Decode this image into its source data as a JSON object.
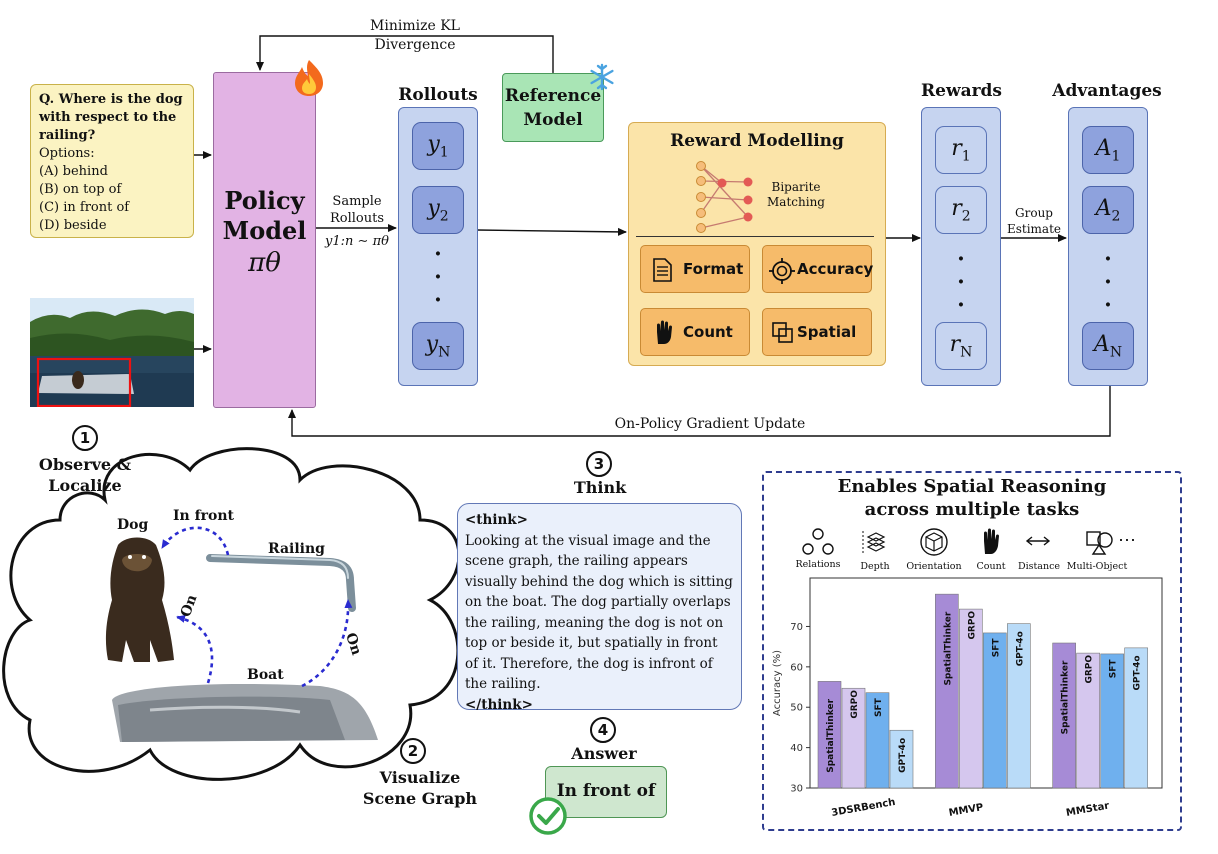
{
  "top_feedback": {
    "line1": "Minimize KL",
    "line2": "Divergence"
  },
  "question": {
    "text": "Q. Where is the dog with respect to the railing?",
    "options_label": "Options:",
    "options": [
      "(A) behind",
      "(B) on top of",
      "(C) in front of",
      "(D) beside"
    ]
  },
  "policy": {
    "line1": "Policy",
    "line2": "Model",
    "symbol": "πθ"
  },
  "sample": {
    "line1": "Sample",
    "line2": "Rollouts",
    "formula": "y1:n ∼ πθ"
  },
  "rollouts": {
    "title": "Rollouts",
    "items": [
      "y1",
      "y2",
      "yN"
    ]
  },
  "reference": {
    "line1": "Reference",
    "line2": "Model"
  },
  "reward_modelling": {
    "title": "Reward Modelling",
    "bipartite_line1": "Biparite",
    "bipartite_line2": "Matching",
    "chips": [
      {
        "label": "Format",
        "icon": "document-icon"
      },
      {
        "label": "Accuracy",
        "icon": "target-icon"
      },
      {
        "label": "Count",
        "icon": "hand-icon"
      },
      {
        "label": "Spatial",
        "icon": "overlap-squares-icon"
      }
    ]
  },
  "rewards": {
    "title": "Rewards",
    "items": [
      "r1",
      "r2",
      "rN"
    ]
  },
  "group": {
    "line1": "Group",
    "line2": "Estimate"
  },
  "advantages": {
    "title": "Advantages",
    "items": [
      "A1",
      "A2",
      "AN"
    ]
  },
  "gradient_update": "On-Policy Gradient Update",
  "steps": {
    "s1": {
      "num": "1",
      "line1": "Observe &",
      "line2": "Localize"
    },
    "s2": {
      "num": "2",
      "line1": "Visualize",
      "line2": "Scene Graph"
    },
    "s3": {
      "num": "3",
      "label": "Think"
    },
    "s4": {
      "num": "4",
      "label": "Answer"
    }
  },
  "scene_graph": {
    "nodes": {
      "dog": "Dog",
      "railing": "Railing",
      "boat": "Boat"
    },
    "edges": {
      "in_front": "In front",
      "on_left": "On",
      "on_right": "On"
    }
  },
  "think": {
    "open": "<think>",
    "body": "Looking at the visual image and the scene graph, the railing appears visually behind the dog which is sitting on the boat. The dog partially overlaps the railing, meaning the dog is not on top or beside it, but spatially in front of it. Therefore, the dog is infront of the railing.",
    "close": "</think>"
  },
  "answer": "In front of",
  "panel": {
    "title_line1": "Enables Spatial Reasoning",
    "title_line2": "across multiple tasks",
    "tasks": [
      "Relations",
      "Depth",
      "Orientation",
      "Count",
      "Distance",
      "Multi-Object"
    ],
    "more": "⋯"
  },
  "colors": {
    "spatialthinker": "#a68bd6",
    "grpo": "#d5c7ee",
    "sft": "#6fb0ee",
    "gpt4o": "#b9dbf8"
  },
  "chart_data": {
    "type": "bar",
    "title": "",
    "ylabel": "Accuracy (%)",
    "ylim": [
      30,
      82
    ],
    "yticks": [
      30,
      40,
      50,
      60,
      70
    ],
    "grid": false,
    "categories": [
      "3DSRBench",
      "MMVP",
      "MMStar"
    ],
    "series": [
      {
        "name": "SpatialThinker",
        "values": [
          56.4,
          78.0,
          65.9
        ]
      },
      {
        "name": "GRPO",
        "values": [
          54.7,
          74.3,
          63.4
        ]
      },
      {
        "name": "SFT",
        "values": [
          53.6,
          68.4,
          63.2
        ]
      },
      {
        "name": "GPT-4o",
        "values": [
          44.3,
          70.7,
          64.7
        ]
      }
    ]
  }
}
